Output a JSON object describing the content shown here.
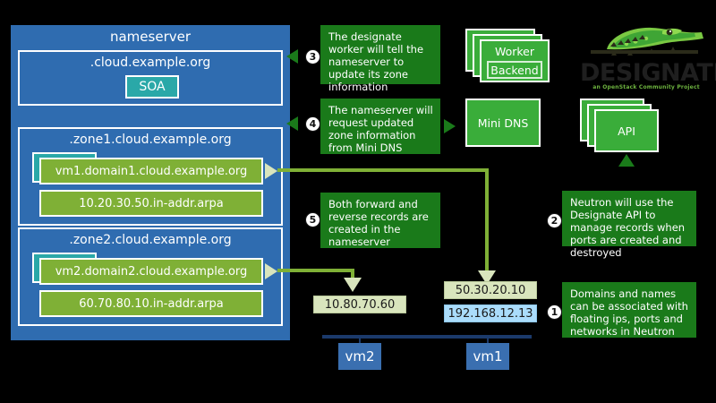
{
  "nameserver": {
    "title": "nameserver",
    "root_zone": {
      "label": ".cloud.example.org",
      "soa_label": "SOA"
    },
    "zones": [
      {
        "label": ".zone1.cloud.example.org",
        "forward_record": "vm1.domain1.cloud.example.org",
        "reverse_record": "10.20.30.50.in-addr.arpa"
      },
      {
        "label": ".zone2.cloud.example.org",
        "forward_record": "vm2.domain2.cloud.example.org",
        "reverse_record": "60.70.80.10.in-addr.arpa"
      }
    ]
  },
  "services": {
    "worker": "Worker",
    "backend": "Backend",
    "mini_dns": "Mini DNS",
    "api": "API"
  },
  "logo": {
    "name": "DESIGNATE",
    "tagline": "an OpenStack Community Project"
  },
  "callouts": [
    {
      "number": "3",
      "text": "The designate worker will tell the nameserver to update its zone information"
    },
    {
      "number": "4",
      "text": "The nameserver will request updated zone information from Mini DNS"
    },
    {
      "number": "5",
      "text": "Both forward and reverse records are created in the nameserver"
    },
    {
      "number": "2",
      "text": "Neutron will use the Designate API to manage records when ports are created and destroyed"
    },
    {
      "number": "1",
      "text": "Domains and names can be associated with floating ips, ports and networks in Neutron"
    }
  ],
  "network": {
    "vm2": {
      "name": "vm2",
      "ip": "10.80.70.60"
    },
    "vm1": {
      "name": "vm1",
      "ip_floating": "50.30.20.10",
      "ip_fixed": "192.168.12.13"
    }
  },
  "colors": {
    "panel_blue": "#2f6cb0",
    "record_green": "#7fb036",
    "soa_teal": "#2aa8a8",
    "callout_green": "#1a7a1a",
    "service_green": "#3aad3a",
    "ip_pale": "#d9e5bd",
    "ip_blue": "#aadcfb",
    "net_navy": "#1b3a6b"
  }
}
